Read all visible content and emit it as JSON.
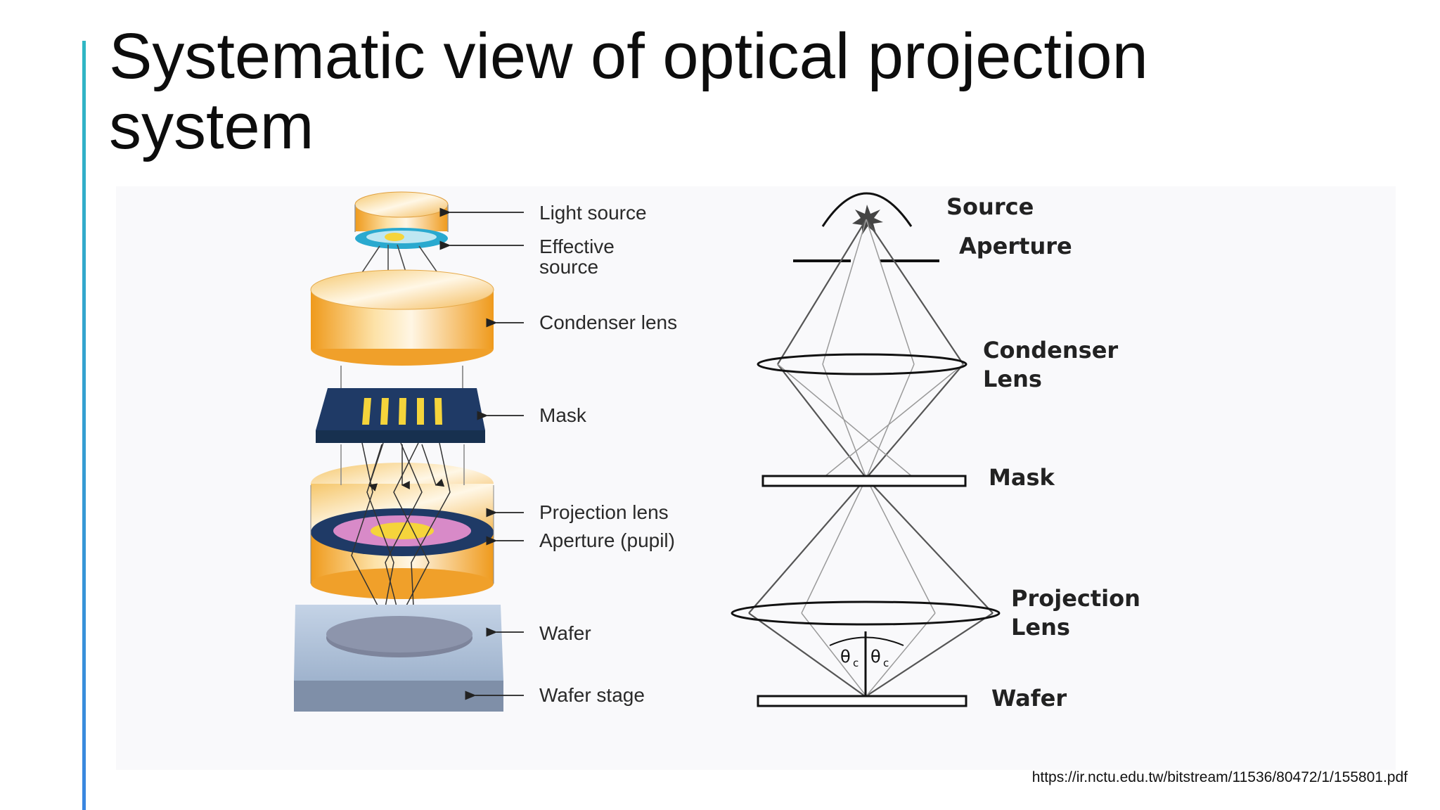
{
  "title": "Systematic view of optical projection system",
  "source_url": "https://ir.nctu.edu.tw/bitstream/11536/80472/1/155801.pdf",
  "left_diagram": {
    "labels": {
      "light_source": "Light source",
      "effective_source_line1": "Effective",
      "effective_source_line2": "source",
      "condenser_lens": "Condenser lens",
      "mask": "Mask",
      "projection_lens": "Projection lens",
      "aperture_pupil": "Aperture (pupil)",
      "wafer": "Wafer",
      "wafer_stage": "Wafer stage"
    }
  },
  "right_diagram": {
    "labels": {
      "source": "Source",
      "aperture": "Aperture",
      "condenser_line1": "Condenser",
      "condenser_line2": "Lens",
      "mask": "Mask",
      "projection_line1": "Projection",
      "projection_line2": "Lens",
      "wafer": "Wafer",
      "theta_left": "θ",
      "theta_right": "θ",
      "theta_sub": "c"
    }
  },
  "colors": {
    "accent_top": "#2fb7c4",
    "accent_bottom": "#3a86e0",
    "lens_orange": "#f2a531",
    "mask_navy": "#1f3a66",
    "pattern_yellow": "#f5d43b",
    "effective_cyan": "#2aa9cf",
    "pupil_pink": "#d88ac8",
    "wafer_slate": "#8a94ab"
  }
}
